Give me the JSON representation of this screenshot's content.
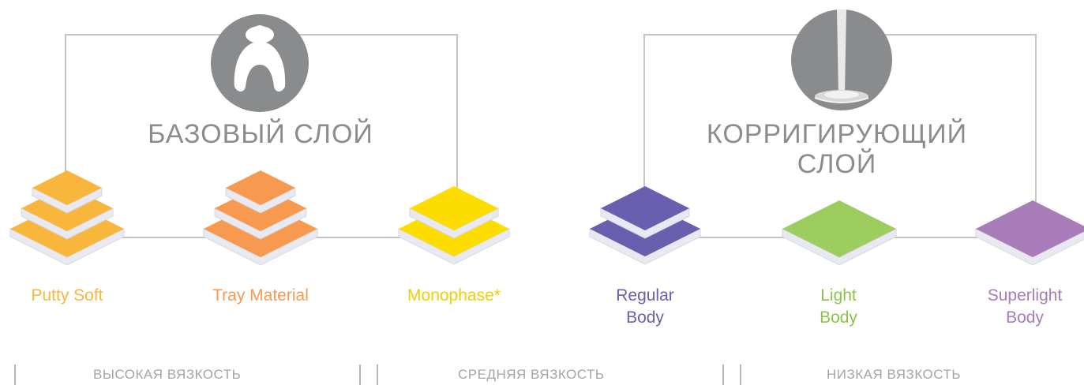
{
  "groups": {
    "base": {
      "title_line1": "БАЗОВЫЙ СЛОЙ",
      "title_line2": "",
      "icon": "tray-icon"
    },
    "correcting": {
      "title_line1": "КОРРИГИРУЮЩИЙ",
      "title_line2": "СЛОЙ",
      "icon": "pour-icon"
    }
  },
  "materials": [
    {
      "label_line1": "Putty Soft",
      "label_line2": "",
      "color": "#f8b73c",
      "layers": 3
    },
    {
      "label_line1": "Tray Material",
      "label_line2": "",
      "color": "#f79a4f",
      "layers": 3
    },
    {
      "label_line1": "Monophase*",
      "label_line2": "",
      "color": "#fddc00",
      "layers": 2
    },
    {
      "label_line1": "Regular",
      "label_line2": "Body",
      "color": "#6a5faf",
      "layers": 2
    },
    {
      "label_line1": "Light",
      "label_line2": "Body",
      "color": "#9ccd5e",
      "layers": 1
    },
    {
      "label_line1": "Superlight",
      "label_line2": "Body",
      "color": "#a87cb9",
      "layers": 1
    }
  ],
  "viscosity": {
    "high": "ВЫСОКАЯ ВЯЗКОСТЬ",
    "medium": "СРЕДНЯЯ ВЯЗКОСТЬ",
    "low": "НИЗКАЯ ВЯЗКОСТЬ"
  },
  "colors": {
    "line": "#c4c4c4",
    "icon": "#8a8b8d",
    "title": "#8b8c8e",
    "viscosity": "#a4a5a8"
  }
}
